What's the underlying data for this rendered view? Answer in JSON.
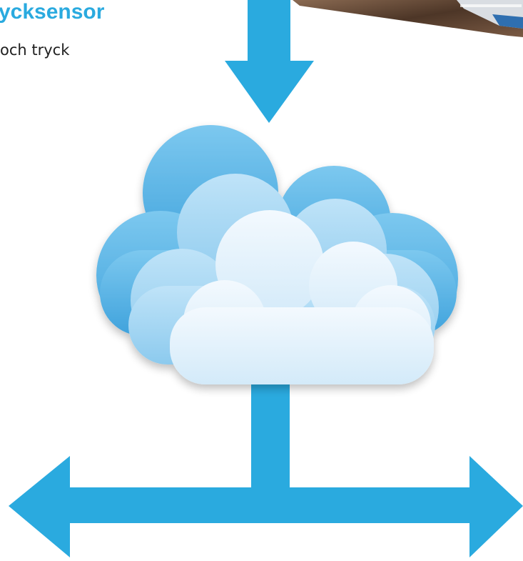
{
  "heading": {
    "title": "ycksensor",
    "subtitle": "och tryck"
  },
  "colors": {
    "accent": "#2aaadf",
    "cloud_back": "#6cbde9",
    "cloud_middle": "#a6d7f3",
    "cloud_front": "#e3f2fc",
    "device_frame": "#6b4f3a"
  },
  "diagram": {
    "elements": [
      "device-image",
      "down-arrow",
      "cloud-icon",
      "connector",
      "left-arrow",
      "right-arrow"
    ]
  }
}
